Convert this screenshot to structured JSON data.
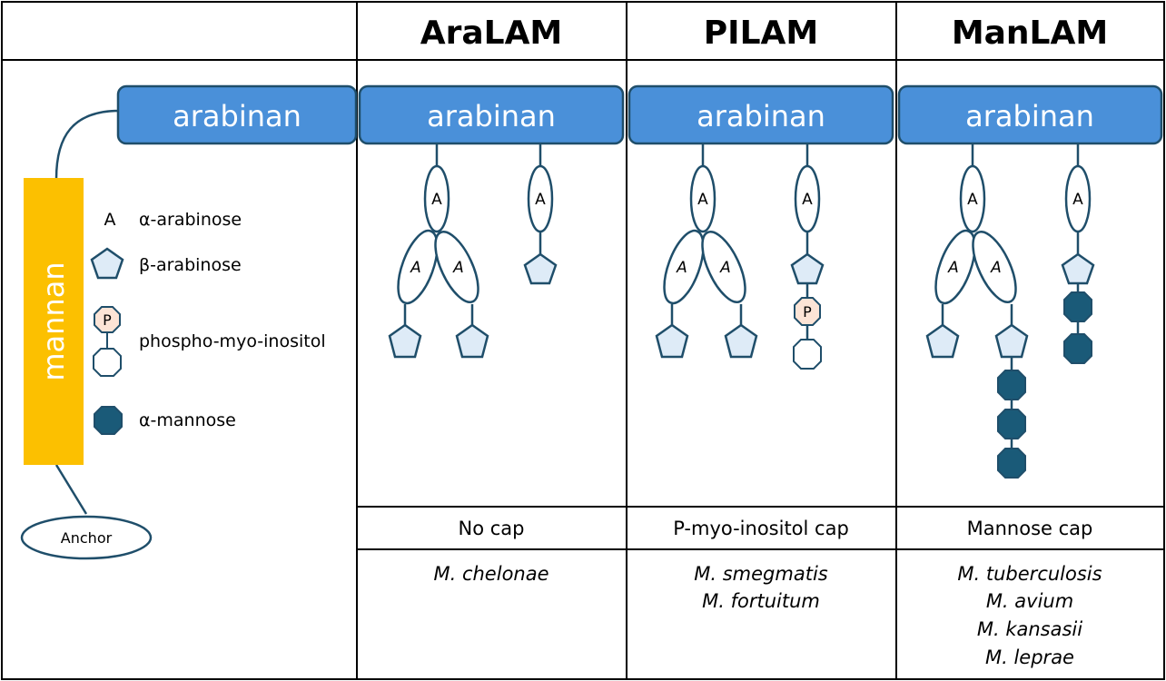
{
  "columns": {
    "aralam": {
      "header": "AraLAM",
      "cap": "No cap",
      "species": [
        "M. chelonae"
      ]
    },
    "pilam": {
      "header": "PILAM",
      "cap": "P-myo-inositol cap",
      "species": [
        "M. smegmatis",
        "M. fortuitum"
      ]
    },
    "manlam": {
      "header": "ManLAM",
      "cap": "Mannose cap",
      "species": [
        "M. tuberculosis",
        "M. avium",
        "M. kansasii",
        "M. leprae"
      ]
    }
  },
  "arabinan_label": "arabinan",
  "mannan_label": "mannan",
  "anchor_label": "Anchor",
  "legend": {
    "alpha_arabinose": {
      "symbol": "A",
      "label": "α-arabinose"
    },
    "beta_arabinose": {
      "label": "β-arabinose"
    },
    "phospho_myo_inositol": {
      "symbol": "P",
      "label": "phospho-myo-inositol"
    },
    "alpha_mannose": {
      "label": "α-mannose"
    }
  },
  "colors": {
    "arabinan_fill": "#4a90d9",
    "mannan_fill": "#fcc000",
    "stroke": "#1f4e6a",
    "beta_arabinose_fill": "#deebf7",
    "phospho_fill": "#fce4d6",
    "mannose_fill": "#1a5a78",
    "grid": "#000000"
  }
}
